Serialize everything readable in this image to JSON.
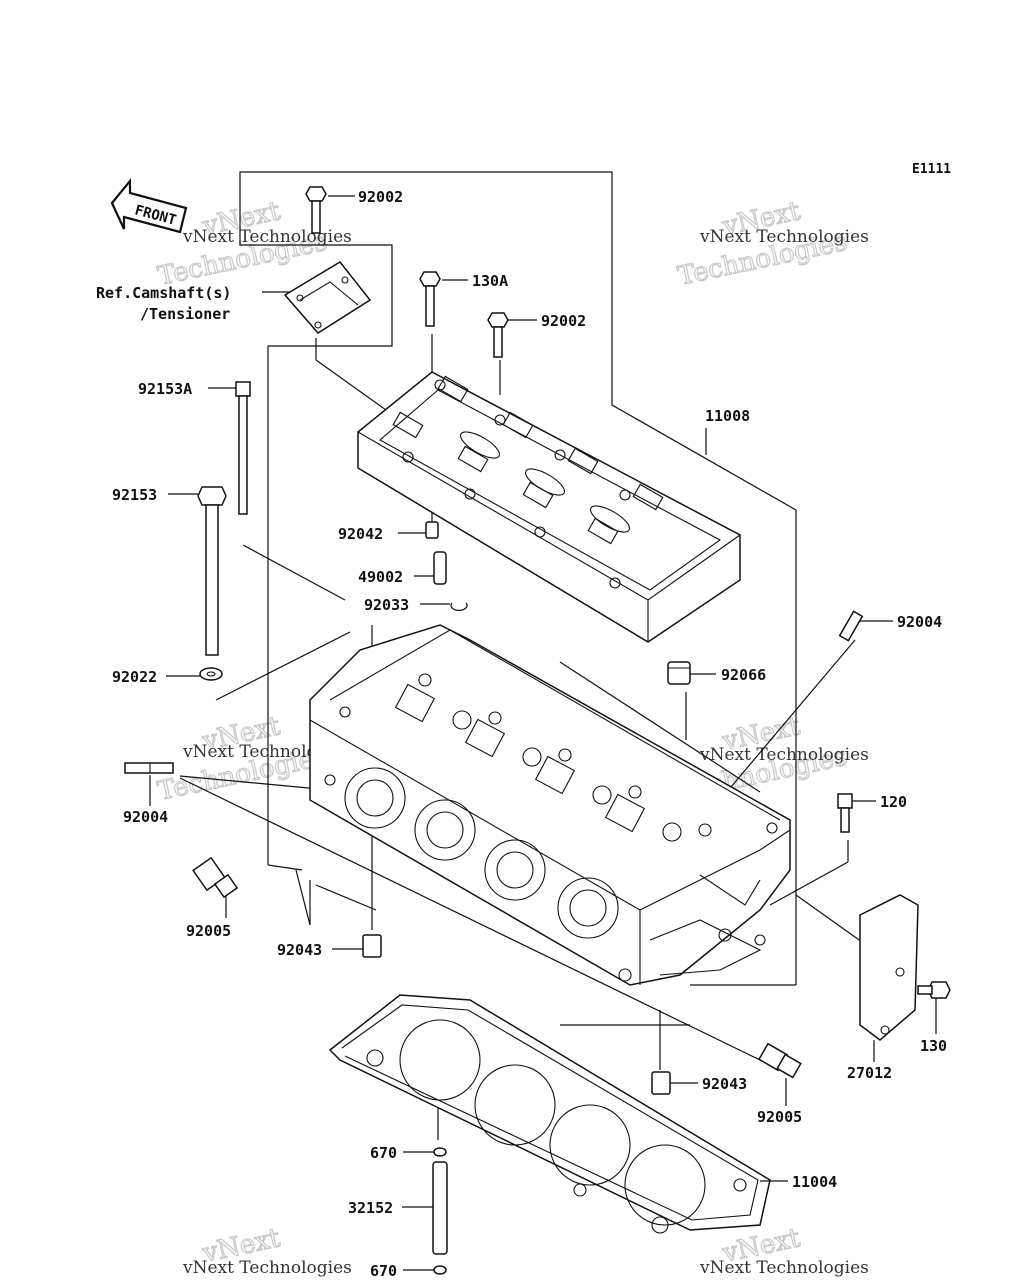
{
  "figure_code": "E1111",
  "front_label": "FRONT",
  "ref_line1": "Ref.Camshaft(s)",
  "ref_line2": "/Tensioner",
  "watermark_a": "vNext Technologies",
  "watermark_b": "Technologies",
  "watermark_c": "vNext",
  "parts": {
    "p92002a": "92002",
    "p130A": "130A",
    "p92002b": "92002",
    "p92153A": "92153A",
    "p11008": "11008",
    "p92153": "92153",
    "p92042": "92042",
    "p49002": "49002",
    "p92033": "92033",
    "p92004r": "92004",
    "p92022": "92022",
    "p92066": "92066",
    "p120": "120",
    "p92004l": "92004",
    "p92005l": "92005",
    "p92043a": "92043",
    "p130": "130",
    "p27012": "27012",
    "p92043b": "92043",
    "p92005r": "92005",
    "p670a": "670",
    "p11004": "11004",
    "p32152": "32152",
    "p670b": "670"
  }
}
